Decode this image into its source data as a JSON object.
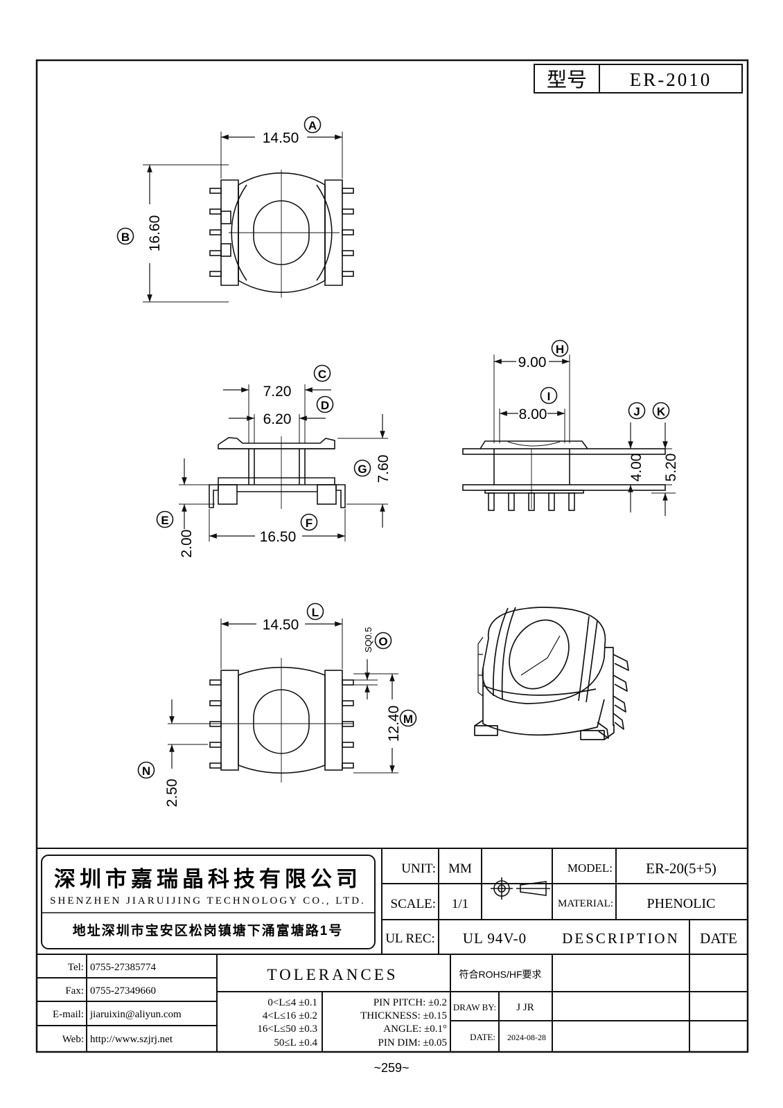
{
  "header": {
    "model_label": "型号",
    "model_value": "ER-2010"
  },
  "top_view": {
    "width": "14.50",
    "height": "16.60",
    "tag_width": "A",
    "tag_height": "B"
  },
  "side_view": {
    "dim_c": "7.20",
    "dim_d": "6.20",
    "dim_g": "7.60",
    "dim_e": "2.00",
    "dim_f": "16.50",
    "tag_c": "C",
    "tag_d": "D",
    "tag_g": "G",
    "tag_e": "E",
    "tag_f": "F"
  },
  "end_view": {
    "dim_h": "9.00",
    "dim_i": "8.00",
    "dim_j": "4.00",
    "dim_k": "5.20",
    "tag_h": "H",
    "tag_i": "I",
    "tag_j": "J",
    "tag_k": "K"
  },
  "bottom_view": {
    "width": "14.50",
    "pin_sq": "SQ0.5",
    "pitch_span": "12.40",
    "pin_offset": "2.50",
    "tag_l": "L",
    "tag_o": "O",
    "tag_m": "M",
    "tag_n": "N"
  },
  "title_block": {
    "company_cn": "深圳市嘉瑞晶科技有限公司",
    "company_en": "SHENZHEN JIARUIJING TECHNOLOGY CO., LTD.",
    "address": "地址深圳市宝安区松岗镇塘下涌富塘路1号",
    "unit_label": "UNIT:",
    "unit_value": "MM",
    "scale_label": "SCALE:",
    "scale_value": "1/1",
    "model_label": "MODEL:",
    "model_value": "ER-20(5+5)",
    "material_label": "MATERIAL:",
    "material_value": "PHENOLIC",
    "ulrec_label": "UL REC:",
    "ulrec_value": "UL 94V-0",
    "description_label": "DESCRIPTION",
    "date_col_label": "DATE",
    "tel_label": "Tel:",
    "tel_value": "0755-27385774",
    "fax_label": "Fax:",
    "fax_value": "0755-27349660",
    "email_label": "E-mail:",
    "email_value": "jiaruixin@aliyun.com",
    "web_label": "Web:",
    "web_value": "http://www.szjrj.net",
    "tolerances_title": "TOLERANCES",
    "rohs": "符合ROHS/HF要求",
    "tol_1": "0<L≤4 ±0.1",
    "tol_2": "4<L≤16 ±0.2",
    "tol_3": "16<L≤50 ±0.3",
    "tol_4": "50≤L ±0.4",
    "spec_1": "PIN PITCH: ±0.2",
    "spec_2": "THICKNESS: ±0.15",
    "spec_3": "ANGLE: ±0.1°",
    "spec_4": "PIN DIM: ±0.05",
    "drawby_label": "DRAW BY:",
    "drawby_value": "J JR",
    "date_label": "DATE:",
    "date_value": "2024-08-28"
  },
  "page_number": "~259~"
}
